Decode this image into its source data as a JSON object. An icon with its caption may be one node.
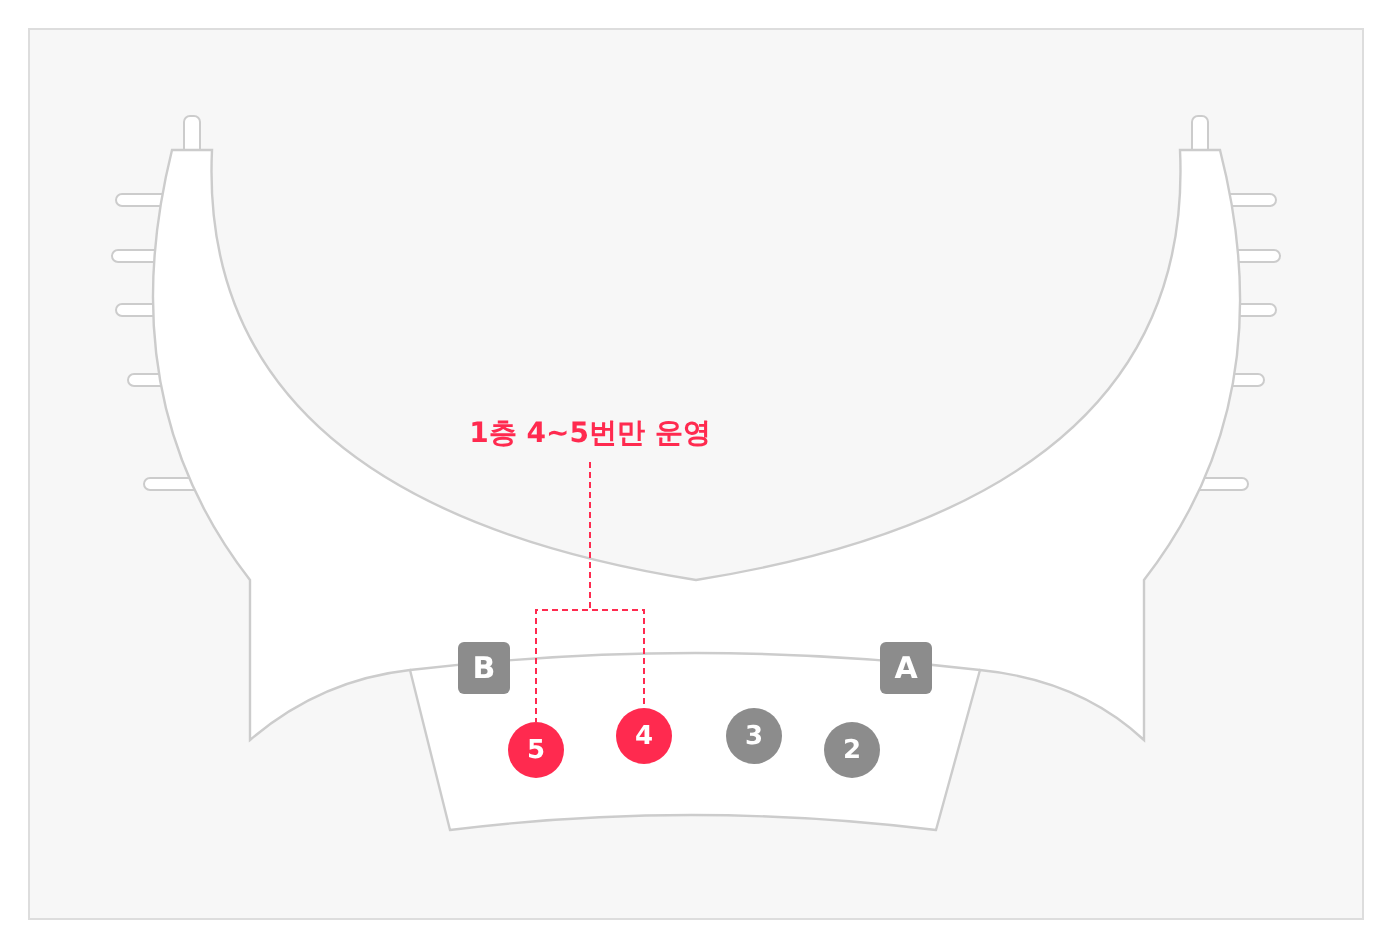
{
  "diagram": {
    "nodes": [
      {
        "text": [
          "1층 4~5번만 운영"
        ]
      },
      {
        "text": [
          "B"
        ]
      },
      {
        "text": [
          "A"
        ]
      },
      {
        "text": [
          "5"
        ]
      },
      {
        "text": [
          "4"
        ]
      },
      {
        "text": [
          "3"
        ]
      },
      {
        "text": [
          "2"
        ]
      }
    ],
    "edges": [
      {
        "from": 0,
        "to": 3,
        "arrow": "none",
        "style": "dashed"
      },
      {
        "from": 0,
        "to": 4,
        "arrow": "none",
        "style": "dashed"
      }
    ]
  }
}
